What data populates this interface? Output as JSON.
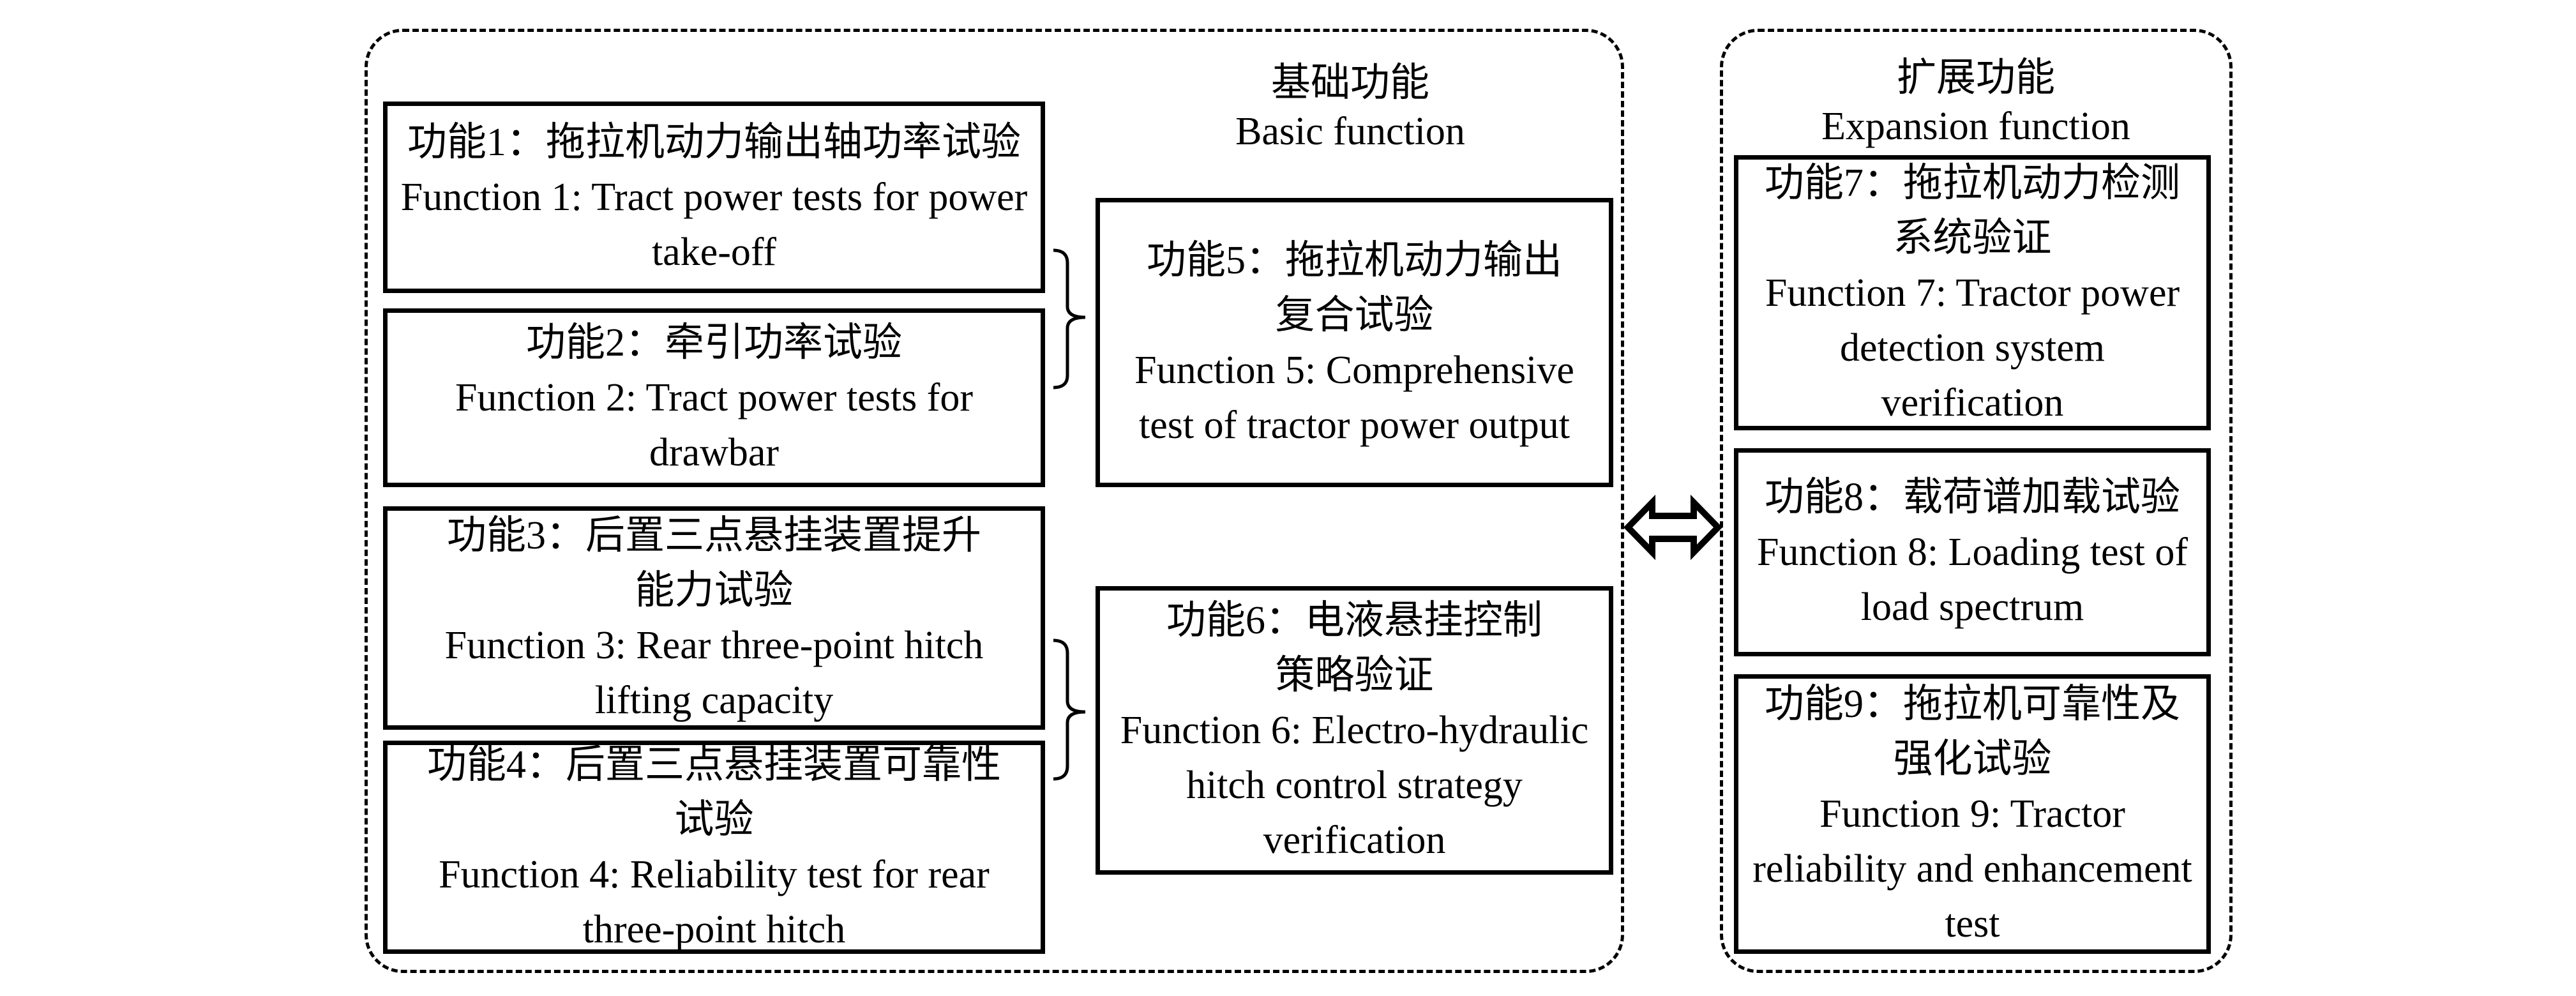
{
  "groups": {
    "basic": {
      "title_cn": "基础功能",
      "title_en": "Basic function",
      "functions": [
        {
          "id": 1,
          "cn": "功能1：拖拉机动力输出轴功率试验",
          "en_lines": [
            "Function 1: Tract power tests for power",
            "take-off"
          ]
        },
        {
          "id": 2,
          "cn": "功能2：牵引功率试验",
          "en_lines": [
            "Function 2: Tract power tests for",
            "drawbar"
          ]
        },
        {
          "id": 3,
          "cn_lines": [
            "功能3：后置三点悬挂装置提升",
            "能力试验"
          ],
          "en_lines": [
            "Function 3: Rear three-point hitch",
            "lifting capacity"
          ]
        },
        {
          "id": 4,
          "cn_lines": [
            "功能4：后置三点悬挂装置可靠性",
            "试验"
          ],
          "en_lines": [
            "Function 4: Reliability test  for rear",
            "three-point hitch"
          ]
        },
        {
          "id": 5,
          "cn_lines": [
            "功能5：拖拉机动力输出",
            "复合试验"
          ],
          "en_lines": [
            "Function 5: Comprehensive",
            "test of tractor power output"
          ]
        },
        {
          "id": 6,
          "cn_lines": [
            "功能6：电液悬挂控制",
            "策略验证"
          ],
          "en_lines": [
            "Function 6: Electro-hydraulic",
            "hitch control strategy",
            "verification"
          ]
        }
      ]
    },
    "expansion": {
      "title_cn": "扩展功能",
      "title_en": "Expansion function",
      "functions": [
        {
          "id": 7,
          "cn_lines": [
            "功能7：拖拉机动力检测",
            "系统验证"
          ],
          "en_lines": [
            "Function 7: Tractor power",
            "detection system",
            "verification"
          ]
        },
        {
          "id": 8,
          "cn": "功能8：载荷谱加载试验",
          "en_lines": [
            "Function 8: Loading test of",
            "load spectrum"
          ]
        },
        {
          "id": 9,
          "cn_lines": [
            "功能9：拖拉机可靠性及",
            "强化试验"
          ],
          "en_lines": [
            "Function 9: Tractor",
            "reliability and enhancement",
            "test"
          ]
        }
      ]
    }
  },
  "connectors": {
    "bracket_1_2_to_5": "brace",
    "bracket_3_4_to_6": "brace",
    "basic_expansion_link": "double-arrow-icon"
  }
}
